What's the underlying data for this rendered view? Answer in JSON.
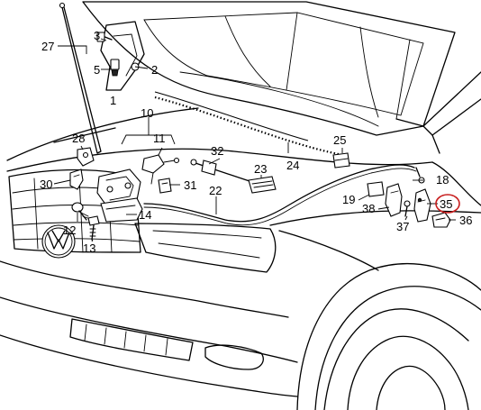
{
  "callouts": [
    {
      "id": "c1",
      "text": "1"
    },
    {
      "id": "c2",
      "text": "2"
    },
    {
      "id": "c3",
      "text": "3"
    },
    {
      "id": "c5",
      "text": "5"
    },
    {
      "id": "c10",
      "text": "10"
    },
    {
      "id": "c11",
      "text": "11"
    },
    {
      "id": "c12",
      "text": "12"
    },
    {
      "id": "c13",
      "text": "13"
    },
    {
      "id": "c14",
      "text": "14"
    },
    {
      "id": "c18",
      "text": "18"
    },
    {
      "id": "c19",
      "text": "19"
    },
    {
      "id": "c22",
      "text": "22"
    },
    {
      "id": "c23",
      "text": "23"
    },
    {
      "id": "c24",
      "text": "24"
    },
    {
      "id": "c25",
      "text": "25"
    },
    {
      "id": "c27",
      "text": "27"
    },
    {
      "id": "c28",
      "text": "28"
    },
    {
      "id": "c30",
      "text": "30"
    },
    {
      "id": "c31",
      "text": "31"
    },
    {
      "id": "c32",
      "text": "32"
    },
    {
      "id": "c35",
      "text": "35"
    },
    {
      "id": "c36",
      "text": "36"
    },
    {
      "id": "c37",
      "text": "37"
    },
    {
      "id": "c38",
      "text": "38"
    }
  ],
  "highlight": {
    "callout": "35",
    "color": "#c81e1e"
  }
}
